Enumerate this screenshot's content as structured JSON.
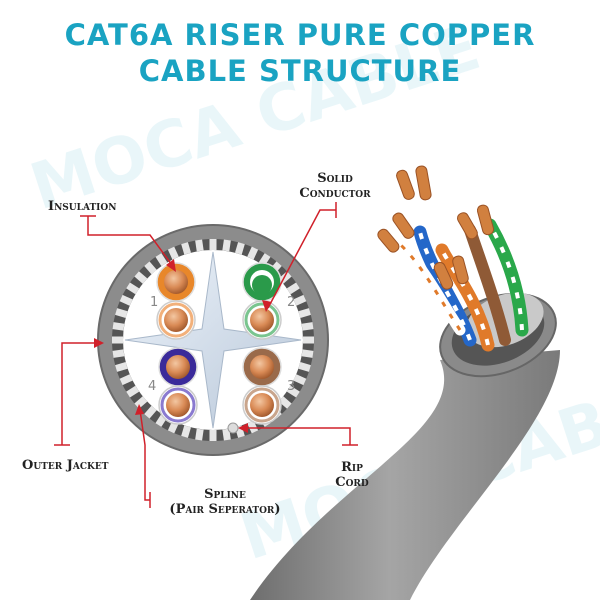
{
  "title": {
    "line1": "CAT6A RISER PURE COPPER",
    "line2": "CABLE STRUCTURE"
  },
  "watermark": {
    "text": "MOCA CABLE"
  },
  "labels": {
    "insulation": "Insulation",
    "solid_conductor_1": "Solid",
    "solid_conductor_2": "Conductor",
    "outer_jacket": "Outer Jacket",
    "spline_1": "Spline",
    "spline_2": "(Pair Seperator)",
    "rip_cord_1": "Rip",
    "rip_cord_2": "Cord"
  },
  "pairs": [
    {
      "number": "1",
      "color": "#e8872a",
      "name": "orange"
    },
    {
      "number": "2",
      "color": "#2a9a4a",
      "name": "green"
    },
    {
      "number": "3",
      "color": "#9a6a4a",
      "name": "brown"
    },
    {
      "number": "4",
      "color": "#3a2a9a",
      "name": "blue"
    }
  ],
  "colors": {
    "title": "#1aa3c2",
    "leader": "#d0202a",
    "jacket": "#8c8c8c",
    "copper": "#c87a4a"
  }
}
